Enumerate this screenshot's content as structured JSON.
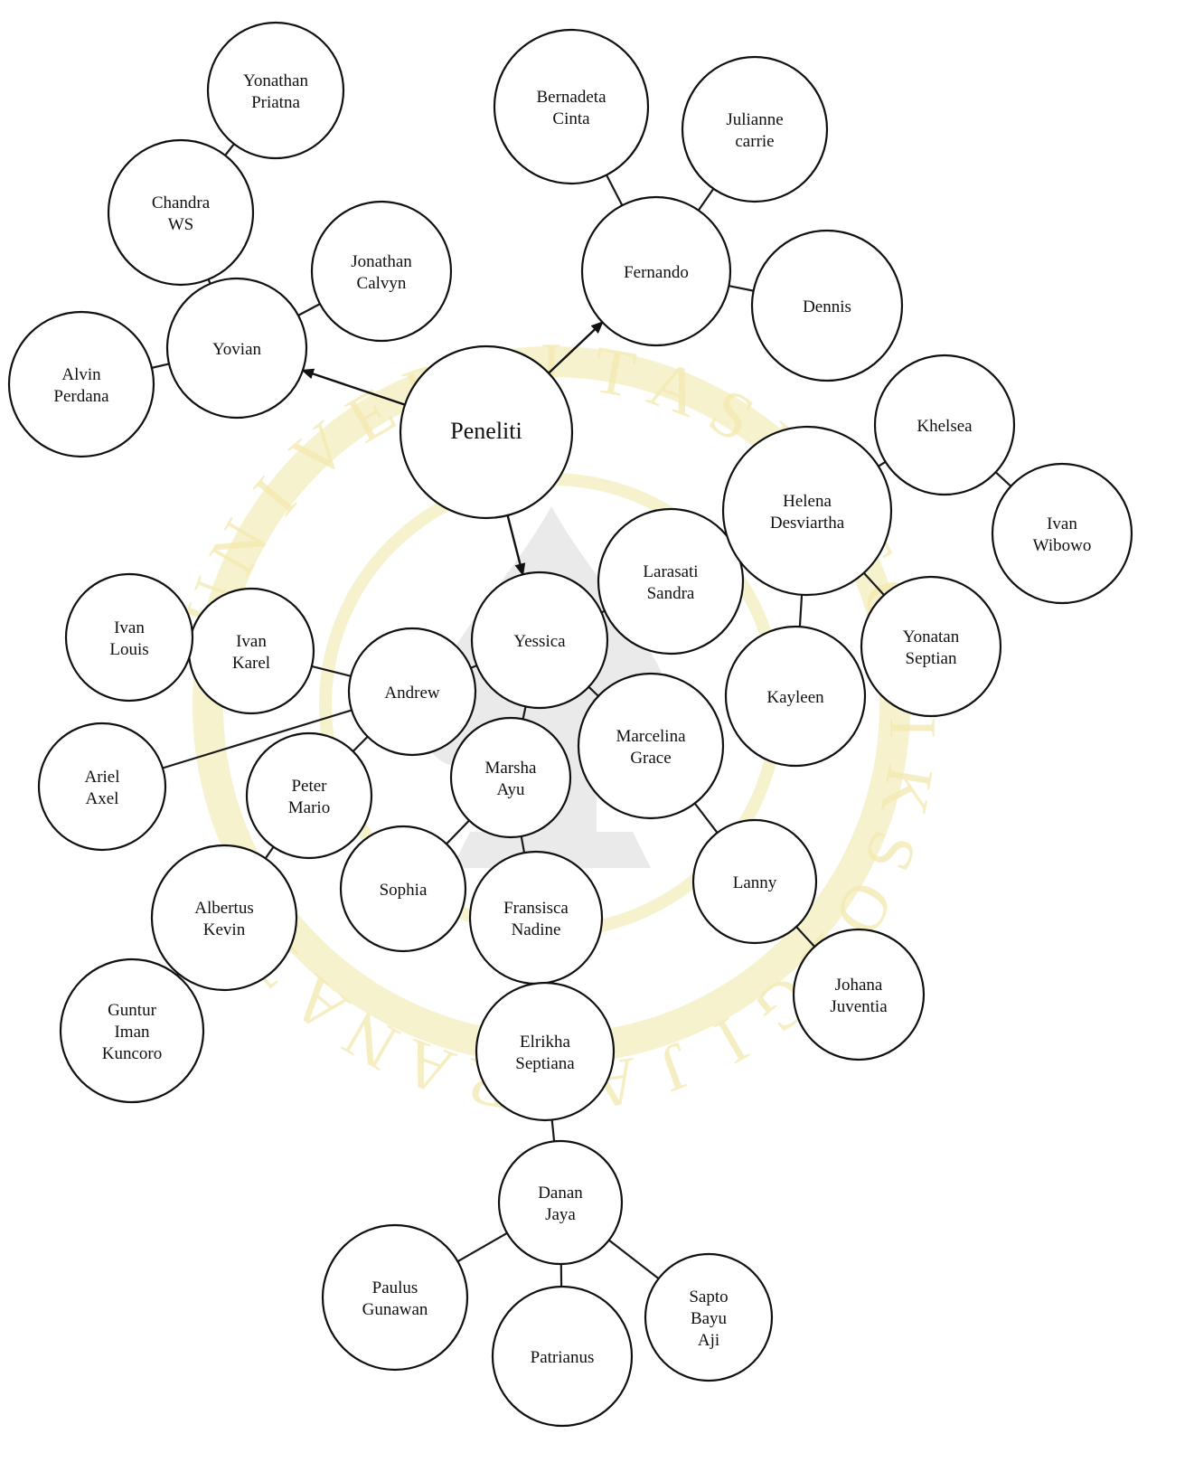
{
  "diagram": {
    "watermark_text": "UNIVERSITAS KATOLIK SOEGIJAPRANATA",
    "root": "Peneliti",
    "nodes": [
      {
        "id": "peneliti",
        "lines": [
          "Peneliti"
        ]
      },
      {
        "id": "yovian",
        "lines": [
          "Yovian"
        ]
      },
      {
        "id": "chandra",
        "lines": [
          "Chandra",
          "WS"
        ]
      },
      {
        "id": "yonathan",
        "lines": [
          "Yonathan",
          "Priatna"
        ]
      },
      {
        "id": "jonathan",
        "lines": [
          "Jonathan",
          "Calvyn"
        ]
      },
      {
        "id": "alvin",
        "lines": [
          "Alvin",
          "Perdana"
        ]
      },
      {
        "id": "fernando",
        "lines": [
          "Fernando"
        ]
      },
      {
        "id": "bernadeta",
        "lines": [
          "Bernadeta",
          "Cinta"
        ]
      },
      {
        "id": "julianne",
        "lines": [
          "Julianne",
          "carrie"
        ]
      },
      {
        "id": "dennis",
        "lines": [
          "Dennis"
        ]
      },
      {
        "id": "yessica",
        "lines": [
          "Yessica"
        ]
      },
      {
        "id": "larasati",
        "lines": [
          "Larasati",
          "Sandra"
        ]
      },
      {
        "id": "helena",
        "lines": [
          "Helena",
          "Desviartha"
        ]
      },
      {
        "id": "khelsea",
        "lines": [
          "Khelsea"
        ]
      },
      {
        "id": "ivanw",
        "lines": [
          "Ivan",
          "Wibowo"
        ]
      },
      {
        "id": "yonatan",
        "lines": [
          "Yonatan",
          "Septian"
        ]
      },
      {
        "id": "kayleen",
        "lines": [
          "Kayleen"
        ]
      },
      {
        "id": "andrew",
        "lines": [
          "Andrew"
        ]
      },
      {
        "id": "ivankarel",
        "lines": [
          "Ivan",
          "Karel"
        ]
      },
      {
        "id": "ivanlouis",
        "lines": [
          "Ivan",
          "Louis"
        ]
      },
      {
        "id": "ariel",
        "lines": [
          "Ariel",
          "Axel"
        ]
      },
      {
        "id": "peter",
        "lines": [
          "Peter",
          "Mario"
        ]
      },
      {
        "id": "albertus",
        "lines": [
          "Albertus",
          "Kevin"
        ]
      },
      {
        "id": "guntur",
        "lines": [
          "Guntur",
          "Iman",
          "Kuncoro"
        ]
      },
      {
        "id": "marsha",
        "lines": [
          "Marsha",
          "Ayu"
        ]
      },
      {
        "id": "marcelina",
        "lines": [
          "Marcelina",
          "Grace"
        ]
      },
      {
        "id": "lanny",
        "lines": [
          "Lanny"
        ]
      },
      {
        "id": "johana",
        "lines": [
          "Johana",
          "Juventia"
        ]
      },
      {
        "id": "sophia",
        "lines": [
          "Sophia"
        ]
      },
      {
        "id": "fransisca",
        "lines": [
          "Fransisca",
          "Nadine"
        ]
      },
      {
        "id": "elrikha",
        "lines": [
          "Elrikha",
          "Septiana"
        ]
      },
      {
        "id": "danan",
        "lines": [
          "Danan",
          "Jaya"
        ]
      },
      {
        "id": "paulus",
        "lines": [
          "Paulus",
          "Gunawan"
        ]
      },
      {
        "id": "patrianus",
        "lines": [
          "Patrianus"
        ]
      },
      {
        "id": "sapto",
        "lines": [
          "Sapto",
          "Bayu",
          "Aji"
        ]
      }
    ],
    "arrows": [
      [
        "peneliti",
        "yovian"
      ],
      [
        "peneliti",
        "fernando"
      ],
      [
        "peneliti",
        "yessica"
      ]
    ],
    "edges": [
      [
        "yovian",
        "chandra"
      ],
      [
        "chandra",
        "yonathan"
      ],
      [
        "yovian",
        "jonathan"
      ],
      [
        "yovian",
        "alvin"
      ],
      [
        "fernando",
        "bernadeta"
      ],
      [
        "fernando",
        "julianne"
      ],
      [
        "fernando",
        "dennis"
      ],
      [
        "yessica",
        "larasati"
      ],
      [
        "larasati",
        "helena"
      ],
      [
        "helena",
        "khelsea"
      ],
      [
        "khelsea",
        "ivanw"
      ],
      [
        "helena",
        "yonatan"
      ],
      [
        "helena",
        "kayleen"
      ],
      [
        "yessica",
        "andrew"
      ],
      [
        "andrew",
        "ivankarel"
      ],
      [
        "ivankarel",
        "ivanlouis"
      ],
      [
        "andrew",
        "ariel"
      ],
      [
        "andrew",
        "peter"
      ],
      [
        "peter",
        "albertus"
      ],
      [
        "albertus",
        "guntur"
      ],
      [
        "yessica",
        "marsha"
      ],
      [
        "yessica",
        "marcelina"
      ],
      [
        "marcelina",
        "lanny"
      ],
      [
        "lanny",
        "johana"
      ],
      [
        "marsha",
        "sophia"
      ],
      [
        "marsha",
        "fransisca"
      ],
      [
        "fransisca",
        "elrikha"
      ],
      [
        "elrikha",
        "danan"
      ],
      [
        "danan",
        "paulus"
      ],
      [
        "danan",
        "patrianus"
      ],
      [
        "danan",
        "sapto"
      ]
    ]
  }
}
